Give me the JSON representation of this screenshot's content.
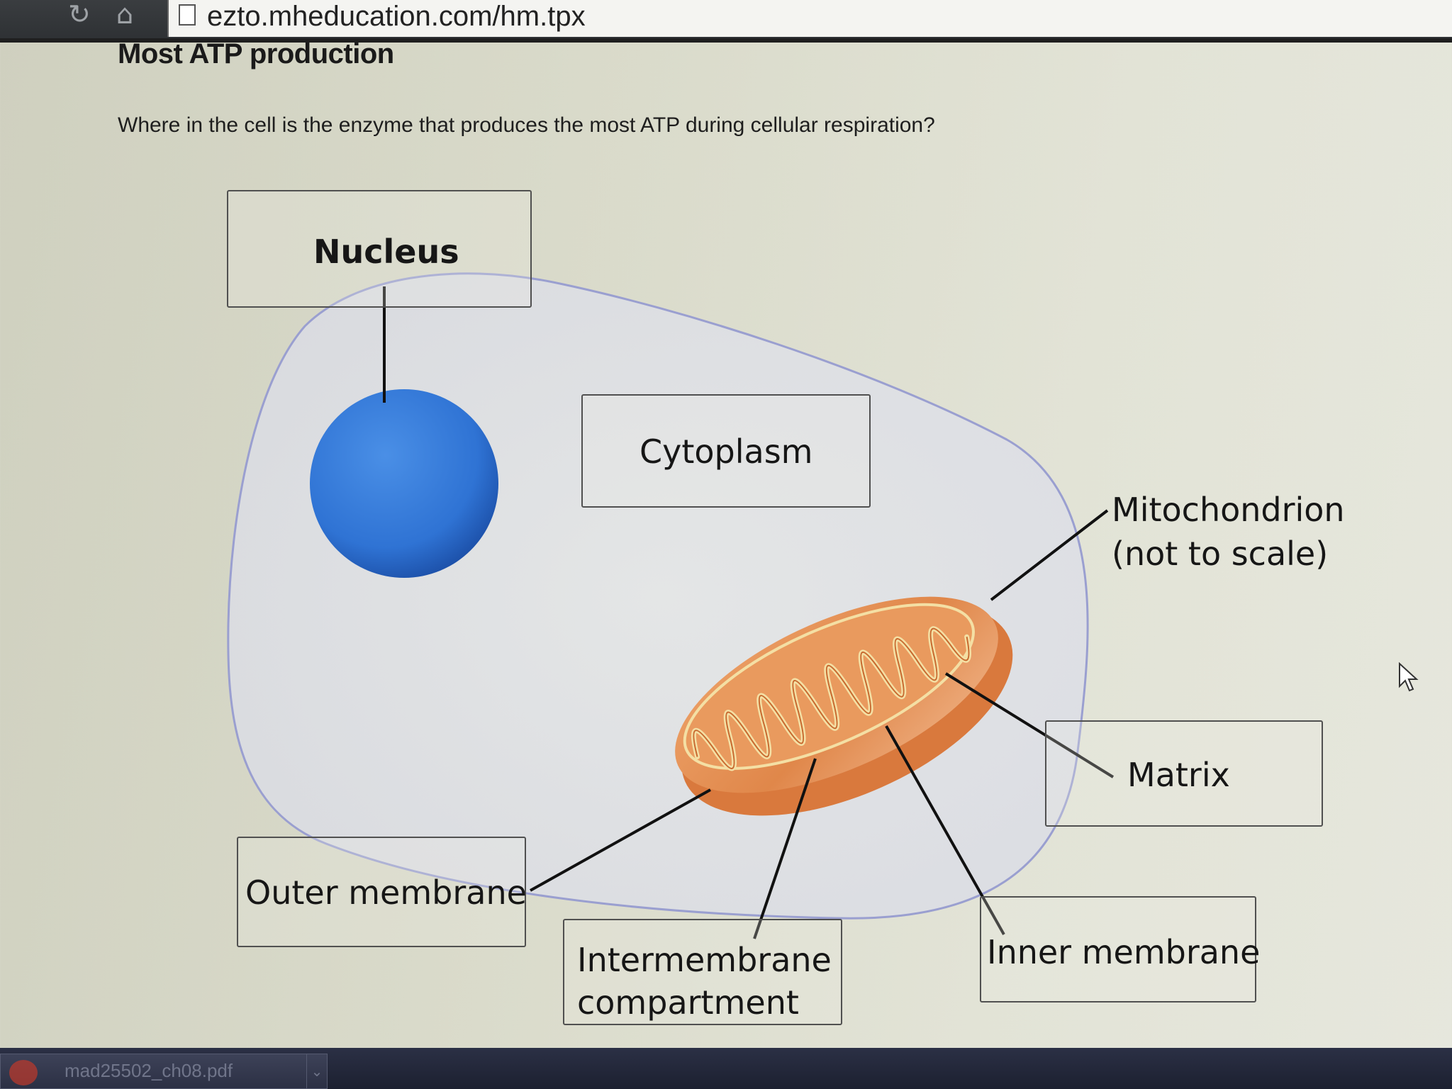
{
  "browser": {
    "url": "ezto.mheducation.com/hm.tpx",
    "reload_icon": "reload-icon",
    "home_icon": "home-icon",
    "page_icon": "page-icon"
  },
  "question": {
    "title": "Most ATP production",
    "prompt": "Where in the cell is the enzyme that produces the most ATP during cellular respiration?"
  },
  "diagram": {
    "drop_targets": [
      {
        "id": "nucleus",
        "label": "Nucleus"
      },
      {
        "id": "cytoplasm",
        "label": "Cytoplasm"
      },
      {
        "id": "matrix",
        "label": "Matrix"
      },
      {
        "id": "outer_membrane",
        "label": "Outer membrane"
      },
      {
        "id": "intermembrane",
        "label_line1": "Intermembrane",
        "label_line2": "compartment"
      },
      {
        "id": "inner_membrane",
        "label": "Inner membrane"
      }
    ],
    "mitochondrion_callout": {
      "line1": "Mitochondrion",
      "line2": "(not to scale)"
    },
    "colors": {
      "nucleus": "#2f73d4",
      "cell_outline": "#9a9fd0",
      "mitochondrion": "#e0874a",
      "cristae": "#f4dfa4"
    }
  },
  "taskbar": {
    "item_label": "mad25502_ch08.pdf",
    "item_icon": "pdf-icon"
  }
}
